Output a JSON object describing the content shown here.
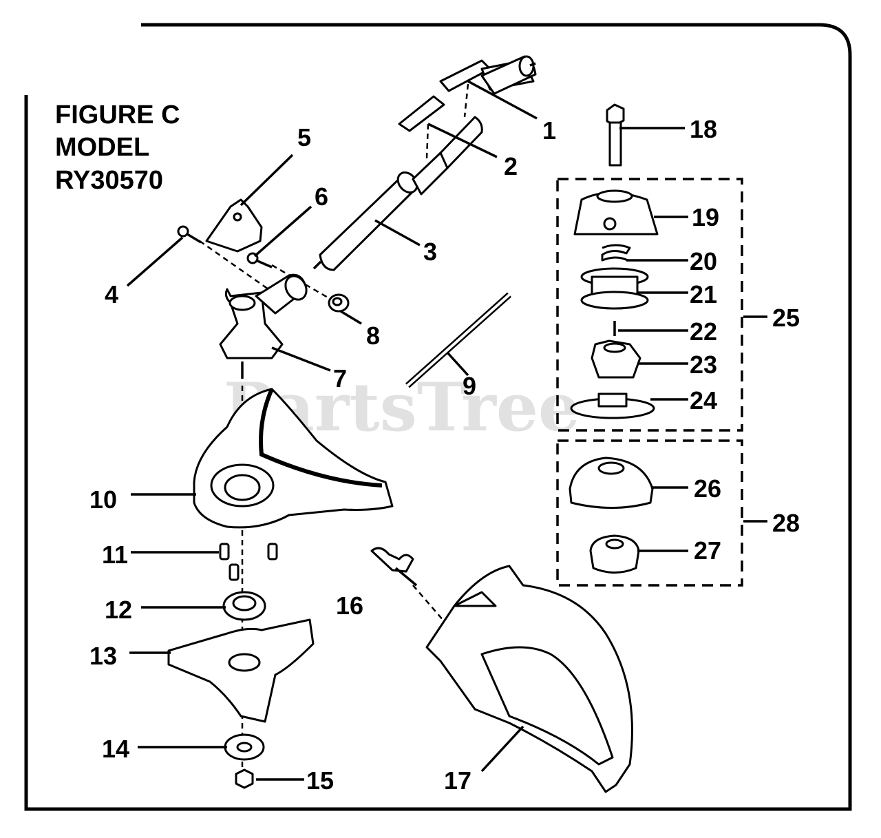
{
  "figure": {
    "title_lines": [
      "FIGURE C",
      "MODEL",
      "RY30570"
    ]
  },
  "watermark": "PartsTree",
  "callouts": [
    "1",
    "2",
    "3",
    "4",
    "5",
    "6",
    "7",
    "8",
    "9",
    "10",
    "11",
    "12",
    "13",
    "14",
    "15",
    "16",
    "17",
    "18",
    "19",
    "20",
    "21",
    "22",
    "23",
    "24",
    "25",
    "26",
    "27",
    "28"
  ],
  "kits": {
    "head_kit_label": "25",
    "head_alt_kit_label": "28"
  },
  "colors": {
    "ink": "#000000",
    "paper": "#ffffff",
    "watermark": "#d8d8d8"
  }
}
